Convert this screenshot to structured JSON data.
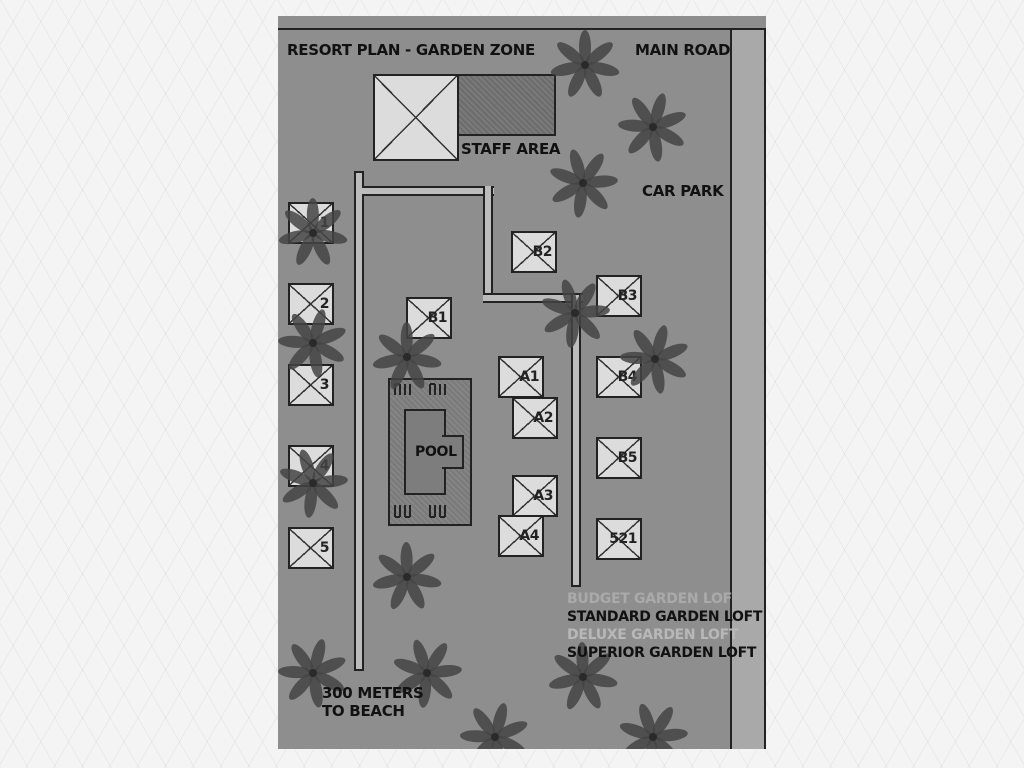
{
  "map": {
    "title": "RESORT PLAN - GARDEN ZONE",
    "main_road": "MAIN ROAD",
    "staff_area": "STAFF AREA",
    "car_park": "CAR PARK",
    "pool": "POOL",
    "beach_line1": "300 METERS",
    "beach_line2": "TO BEACH"
  },
  "units": {
    "u1": "1",
    "u2": "2",
    "u3": "3",
    "u4": "4",
    "u5": "5",
    "b1": "B1",
    "b2": "B2",
    "b3": "B3",
    "b4": "B4",
    "b5": "B5",
    "s21": "521",
    "a1": "A1",
    "a2": "A2",
    "a3": "A3",
    "a4": "A4"
  },
  "legend": [
    {
      "label": "BUDGET GARDEN LOFT",
      "color": "#aaaaaa"
    },
    {
      "label": "STANDARD GARDEN LOFT",
      "color": "#111111"
    },
    {
      "label": "DELUXE GARDEN LOFT",
      "color": "#b8b8b8"
    },
    {
      "label": "SUPERIOR GARDEN LOFT",
      "color": "#111111"
    }
  ],
  "colors": {
    "ground": "#8e8e8e",
    "unit_fill": "#dcdcdc",
    "palm": "#444444"
  }
}
